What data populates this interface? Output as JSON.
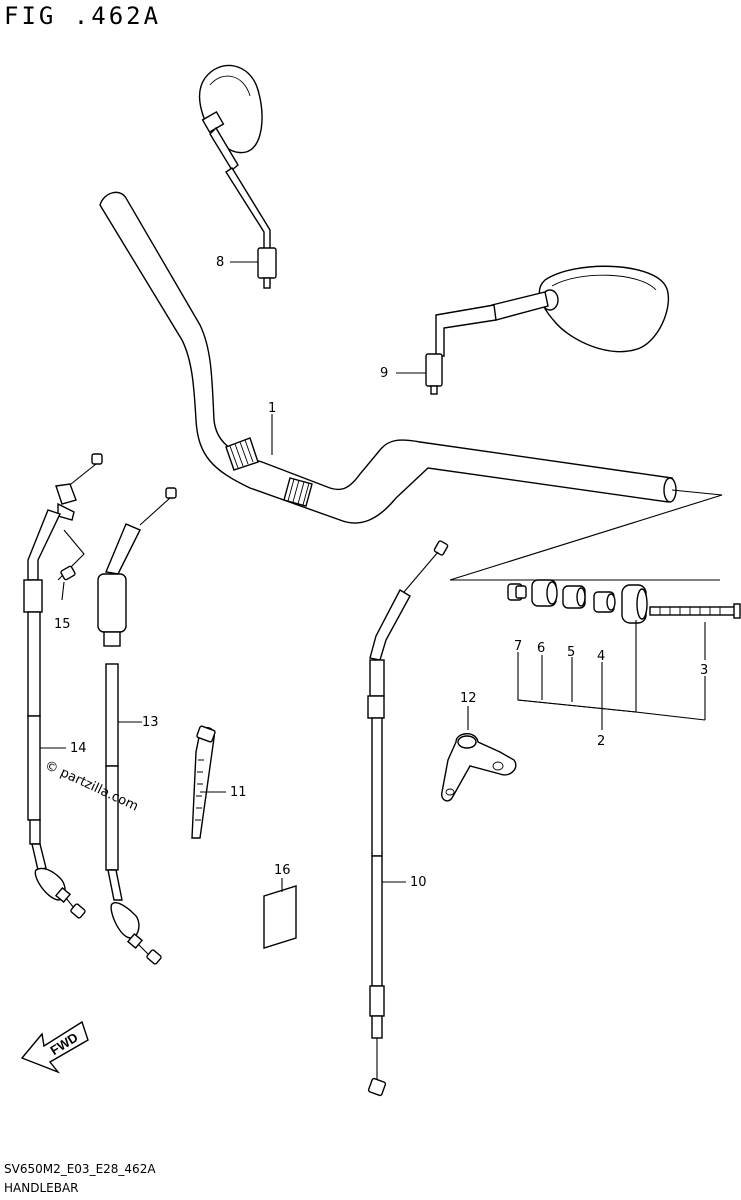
{
  "figure_title": "FIG .462A",
  "diagram_code": "SV650M2_E03_E28_462A",
  "caption": "HANDLEBAR",
  "watermark": "© partzilla.com",
  "fwd_label": "FWD",
  "callouts": {
    "c1": "1",
    "c2": "2",
    "c3": "3",
    "c4": "4",
    "c5": "5",
    "c6": "6",
    "c7": "7",
    "c8": "8",
    "c9": "9",
    "c10": "10",
    "c11": "11",
    "c12": "12",
    "c13": "13",
    "c14": "14",
    "c15": "15",
    "c16": "16"
  }
}
